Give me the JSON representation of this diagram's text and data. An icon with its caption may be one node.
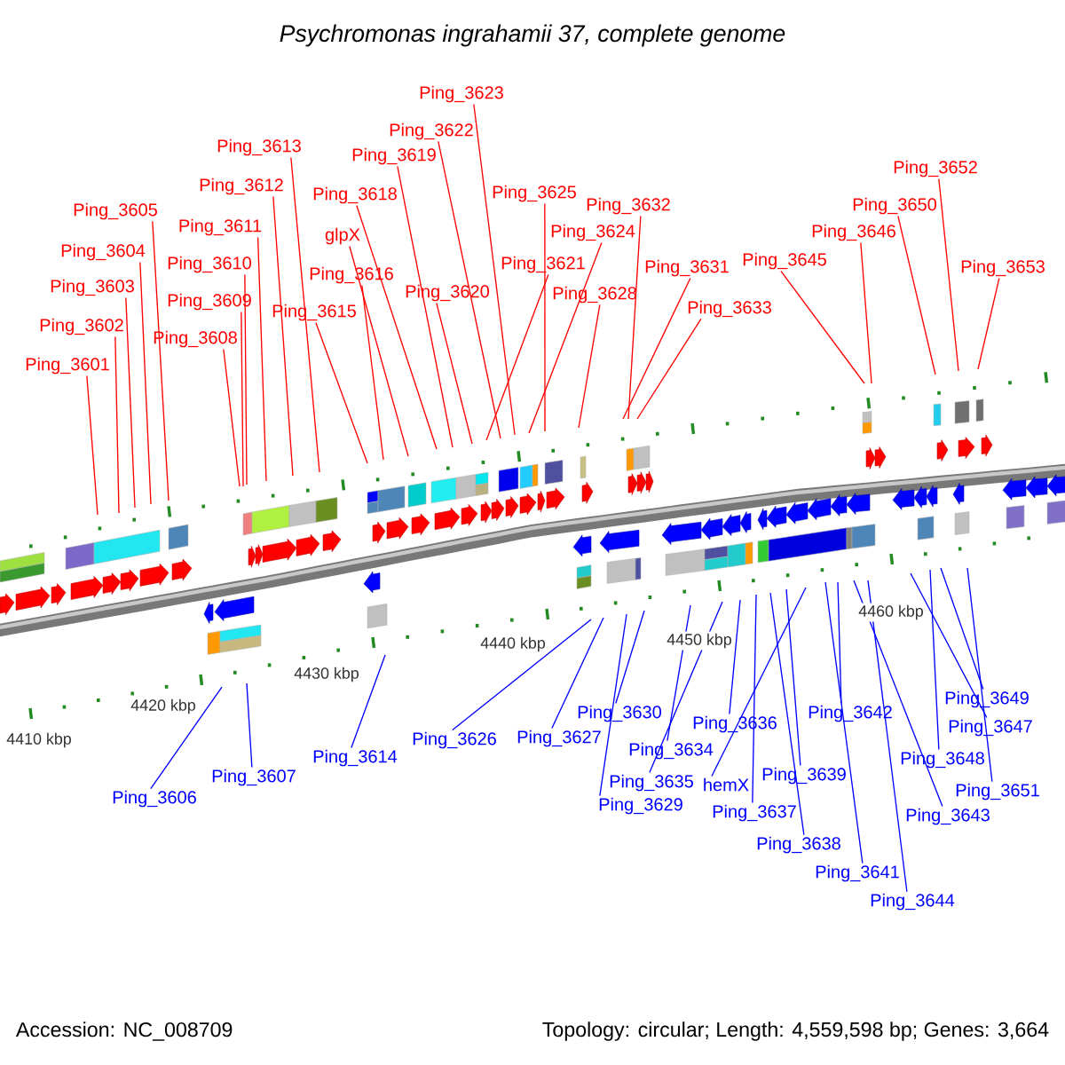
{
  "diagram": {
    "title": "Psychromonas ingrahamii 37, complete genome",
    "nodes": [
      {
        "text": [
          "Ping_3601"
        ]
      },
      {
        "text": [
          "Ping_3602"
        ]
      },
      {
        "text": [
          "Ping_3603"
        ]
      },
      {
        "text": [
          "Ping_3604"
        ]
      },
      {
        "text": [
          "Ping_3605"
        ]
      },
      {
        "text": [
          "Ping_3606"
        ]
      },
      {
        "text": [
          "Ping_3607"
        ]
      },
      {
        "text": [
          "Ping_3608"
        ]
      },
      {
        "text": [
          "Ping_3609"
        ]
      },
      {
        "text": [
          "Ping_3610"
        ]
      },
      {
        "text": [
          "Ping_3611"
        ]
      },
      {
        "text": [
          "Ping_3612"
        ]
      },
      {
        "text": [
          "Ping_3613"
        ]
      },
      {
        "text": [
          "Ping_3614"
        ]
      },
      {
        "text": [
          "Ping_3615"
        ]
      },
      {
        "text": [
          "Ping_3616"
        ]
      },
      {
        "text": [
          "glpX"
        ]
      },
      {
        "text": [
          "Ping_3618"
        ]
      },
      {
        "text": [
          "Ping_3619"
        ]
      },
      {
        "text": [
          "Ping_3620"
        ]
      },
      {
        "text": [
          "Ping_3621"
        ]
      },
      {
        "text": [
          "Ping_3622"
        ]
      },
      {
        "text": [
          "Ping_3623"
        ]
      },
      {
        "text": [
          "Ping_3624"
        ]
      },
      {
        "text": [
          "Ping_3625"
        ]
      },
      {
        "text": [
          "Ping_3626"
        ]
      },
      {
        "text": [
          "Ping_3627"
        ]
      },
      {
        "text": [
          "Ping_3628"
        ]
      },
      {
        "text": [
          "Ping_3629"
        ]
      },
      {
        "text": [
          "Ping_3630"
        ]
      },
      {
        "text": [
          "Ping_3631"
        ]
      },
      {
        "text": [
          "Ping_3632"
        ]
      },
      {
        "text": [
          "Ping_3633"
        ]
      },
      {
        "text": [
          "Ping_3634"
        ]
      },
      {
        "text": [
          "Ping_3635"
        ]
      },
      {
        "text": [
          "Ping_3636"
        ]
      },
      {
        "text": [
          "Ping_3637"
        ]
      },
      {
        "text": [
          "Ping_3638"
        ]
      },
      {
        "text": [
          "Ping_3639"
        ]
      },
      {
        "text": [
          "hemX"
        ]
      },
      {
        "text": [
          "Ping_3641"
        ]
      },
      {
        "text": [
          "Ping_3642"
        ]
      },
      {
        "text": [
          "Ping_3643"
        ]
      },
      {
        "text": [
          "Ping_3644"
        ]
      },
      {
        "text": [
          "Ping_3645"
        ]
      },
      {
        "text": [
          "Ping_3646"
        ]
      },
      {
        "text": [
          "Ping_3647"
        ]
      },
      {
        "text": [
          "Ping_3648"
        ]
      },
      {
        "text": [
          "Ping_3649"
        ]
      },
      {
        "text": [
          "Ping_3650"
        ]
      },
      {
        "text": [
          "Ping_3651"
        ]
      },
      {
        "text": [
          "Ping_3652"
        ]
      },
      {
        "text": [
          "Ping_3653"
        ]
      }
    ],
    "edges": [
      {
        "from": 0,
        "to": null,
        "arrow": "none"
      },
      {
        "from": 1,
        "to": null,
        "arrow": "none"
      },
      {
        "from": 2,
        "to": null,
        "arrow": "none"
      },
      {
        "from": 3,
        "to": null,
        "arrow": "none"
      },
      {
        "from": 4,
        "to": null,
        "arrow": "none"
      },
      {
        "from": 5,
        "to": null,
        "arrow": "none",
        "color": "#0000ff"
      },
      {
        "from": 6,
        "to": null,
        "arrow": "none",
        "color": "#0000ff"
      },
      {
        "from": 7,
        "to": null,
        "arrow": "none"
      },
      {
        "from": 8,
        "to": null,
        "arrow": "none"
      },
      {
        "from": 9,
        "to": null,
        "arrow": "none"
      },
      {
        "from": 10,
        "to": null,
        "arrow": "none"
      },
      {
        "from": 11,
        "to": null,
        "arrow": "none"
      },
      {
        "from": 12,
        "to": null,
        "arrow": "none"
      },
      {
        "from": 13,
        "to": null,
        "arrow": "none",
        "color": "#0000ff"
      },
      {
        "from": 14,
        "to": null,
        "arrow": "none"
      },
      {
        "from": 15,
        "to": null,
        "arrow": "none"
      },
      {
        "from": 16,
        "to": null,
        "arrow": "none"
      },
      {
        "from": 17,
        "to": null,
        "arrow": "none"
      },
      {
        "from": 18,
        "to": null,
        "arrow": "none"
      },
      {
        "from": 19,
        "to": null,
        "arrow": "none"
      },
      {
        "from": 20,
        "to": null,
        "arrow": "none"
      },
      {
        "from": 21,
        "to": null,
        "arrow": "none"
      },
      {
        "from": 22,
        "to": null,
        "arrow": "none"
      },
      {
        "from": 23,
        "to": null,
        "arrow": "none"
      },
      {
        "from": 24,
        "to": null,
        "arrow": "none"
      },
      {
        "from": 25,
        "to": null,
        "arrow": "none",
        "color": "#0000ff"
      },
      {
        "from": 26,
        "to": null,
        "arrow": "none",
        "color": "#0000ff"
      },
      {
        "from": 27,
        "to": null,
        "arrow": "none"
      },
      {
        "from": 28,
        "to": null,
        "arrow": "none",
        "color": "#0000ff"
      },
      {
        "from": 29,
        "to": null,
        "arrow": "none",
        "color": "#0000ff"
      },
      {
        "from": 30,
        "to": null,
        "arrow": "none"
      },
      {
        "from": 31,
        "to": null,
        "arrow": "none"
      },
      {
        "from": 32,
        "to": null,
        "arrow": "none"
      },
      {
        "from": 33,
        "to": null,
        "arrow": "none",
        "color": "#0000ff"
      },
      {
        "from": 34,
        "to": null,
        "arrow": "none",
        "color": "#0000ff"
      },
      {
        "from": 35,
        "to": null,
        "arrow": "none",
        "color": "#0000ff"
      },
      {
        "from": 36,
        "to": null,
        "arrow": "none",
        "color": "#0000ff"
      },
      {
        "from": 37,
        "to": null,
        "arrow": "none",
        "color": "#0000ff"
      },
      {
        "from": 38,
        "to": null,
        "arrow": "none",
        "color": "#0000ff"
      },
      {
        "from": 39,
        "to": null,
        "arrow": "none",
        "color": "#0000ff"
      },
      {
        "from": 40,
        "to": null,
        "arrow": "none",
        "color": "#0000ff"
      },
      {
        "from": 41,
        "to": null,
        "arrow": "none",
        "color": "#0000ff"
      },
      {
        "from": 42,
        "to": null,
        "arrow": "none",
        "color": "#0000ff"
      },
      {
        "from": 43,
        "to": null,
        "arrow": "none",
        "color": "#0000ff"
      },
      {
        "from": 44,
        "to": null,
        "arrow": "none"
      },
      {
        "from": 45,
        "to": null,
        "arrow": "none"
      },
      {
        "from": 46,
        "to": null,
        "arrow": "none",
        "color": "#0000ff"
      },
      {
        "from": 47,
        "to": null,
        "arrow": "none",
        "color": "#0000ff"
      },
      {
        "from": 48,
        "to": null,
        "arrow": "none",
        "color": "#0000ff"
      },
      {
        "from": 49,
        "to": null,
        "arrow": "none"
      },
      {
        "from": 50,
        "to": null,
        "arrow": "none",
        "color": "#0000ff"
      },
      {
        "from": 51,
        "to": null,
        "arrow": "none"
      },
      {
        "from": 52,
        "to": null,
        "arrow": "none"
      }
    ],
    "labels": [
      "4410 kbp",
      "4420 kbp",
      "4430 kbp",
      "4440 kbp",
      "4450 kbp",
      "4460 kbp",
      "Accession: NC_008709",
      "Topology: circular; Length: 4,559,598 bp; Genes: 3,664"
    ]
  }
}
